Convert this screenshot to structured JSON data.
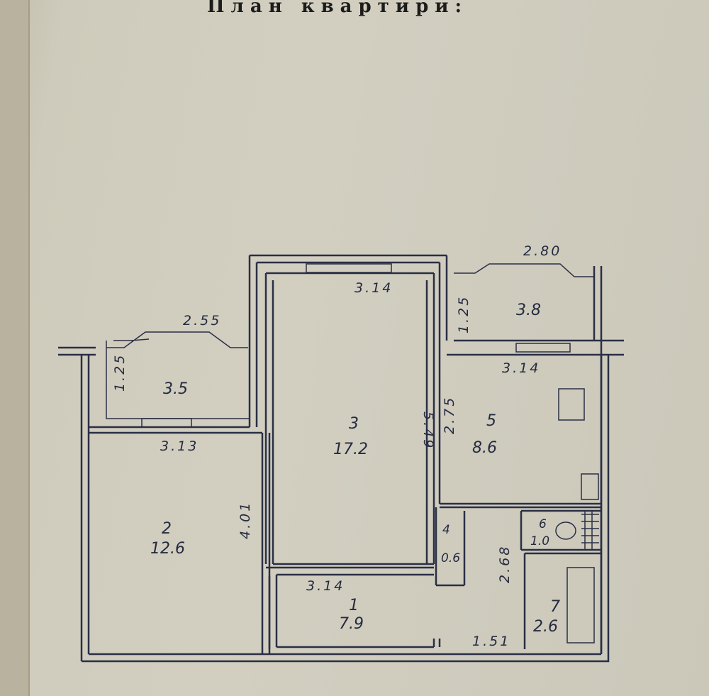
{
  "title": "План квартири:",
  "rooms": [
    {
      "number": "1",
      "area": "7.9"
    },
    {
      "number": "2",
      "area": "12.6"
    },
    {
      "number": "3",
      "area": "17.2"
    },
    {
      "number": "4",
      "area": "0.6"
    },
    {
      "number": "5",
      "area": "8.6"
    },
    {
      "number": "6",
      "area": "1.0"
    },
    {
      "number": "7",
      "area": "2.6"
    }
  ],
  "balconies": [
    {
      "area": "3.5"
    },
    {
      "area": "3.8"
    }
  ],
  "dimensions": {
    "balcony_left_width": "2.55",
    "balcony_left_depth": "1.25",
    "room2_width": "3.13",
    "room2_length": "4.01",
    "room3_width": "3.14",
    "room3_length": "5.49",
    "balcony_right_width": "2.80",
    "balcony_right_depth": "1.25",
    "room5_width": "3.14",
    "room5_length": "2.75",
    "room1_width": "3.14",
    "hall_length": "2.68",
    "hall_width": "1.51"
  }
}
